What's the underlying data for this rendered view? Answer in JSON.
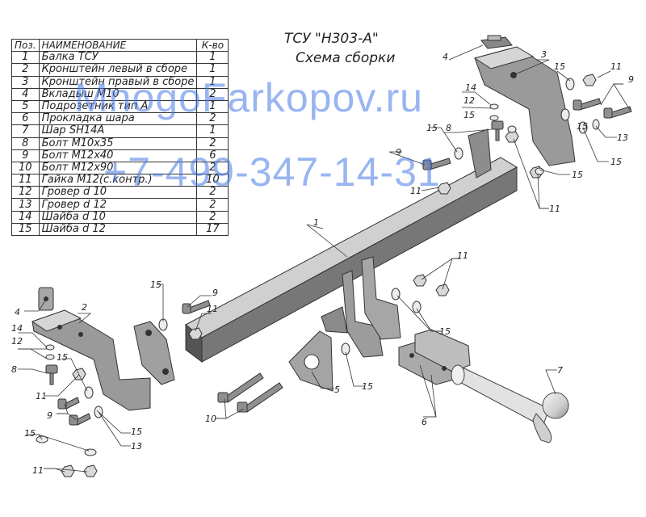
{
  "diagram": {
    "title_line1": "ТСУ \"H303-A\"",
    "title_line2": "Схема сборки"
  },
  "table": {
    "headers": {
      "pos": "Поз.",
      "name": "НАИМЕНОВАНИЕ",
      "qty": "К-во"
    },
    "rows": [
      {
        "pos": "1",
        "name": "Балка ТСУ",
        "qty": "1"
      },
      {
        "pos": "2",
        "name": "Кронштейн левый в сборе",
        "qty": "1"
      },
      {
        "pos": "3",
        "name": "Кронштейн правый в сборе",
        "qty": "1"
      },
      {
        "pos": "4",
        "name": "Вкладыш М10",
        "qty": "2"
      },
      {
        "pos": "5",
        "name": "Подрозетник тип А",
        "qty": "1"
      },
      {
        "pos": "6",
        "name": "Прокладка шара",
        "qty": "2"
      },
      {
        "pos": "7",
        "name": "Шар SH14A",
        "qty": "1"
      },
      {
        "pos": "8",
        "name": "Болт М10х35",
        "qty": "2"
      },
      {
        "pos": "9",
        "name": "Болт М12х40",
        "qty": "6"
      },
      {
        "pos": "10",
        "name": "Болт М12х90",
        "qty": "2"
      },
      {
        "pos": "11",
        "name": "Гайка М12(с.контр.)",
        "qty": "10"
      },
      {
        "pos": "12",
        "name": "Гровер d 10",
        "qty": "2"
      },
      {
        "pos": "13",
        "name": "Гровер d 12",
        "qty": "2"
      },
      {
        "pos": "14",
        "name": "Шайба d 10",
        "qty": "2"
      },
      {
        "pos": "15",
        "name": "Шайба d 12",
        "qty": "17"
      }
    ]
  },
  "watermark": {
    "line1": "MnogoFarkopov.ru",
    "line2": "+7-499-347-14-31"
  },
  "callouts": {
    "c1": "1",
    "c2": "2",
    "c3": "3",
    "c4a": "4",
    "c4b": "4",
    "c5": "5",
    "c6": "6",
    "c7": "7",
    "c8a": "8",
    "c8b": "8",
    "c9a": "9",
    "c9b": "9",
    "c9c": "9",
    "c9d": "9",
    "c10": "10",
    "c11a": "11",
    "c11b": "11",
    "c11c": "11",
    "c11d": "11",
    "c11e": "11",
    "c11f": "11",
    "c11g": "11",
    "c12a": "12",
    "c12b": "12",
    "c13a": "13",
    "c13b": "13",
    "c14a": "14",
    "c14b": "14",
    "c15a": "15",
    "c15b": "15",
    "c15c": "15",
    "c15d": "15",
    "c15e": "15",
    "c15f": "15",
    "c15g": "15",
    "c15h": "15",
    "c15i": "15",
    "c15j": "15",
    "c15k": "15",
    "c15l": "15"
  }
}
